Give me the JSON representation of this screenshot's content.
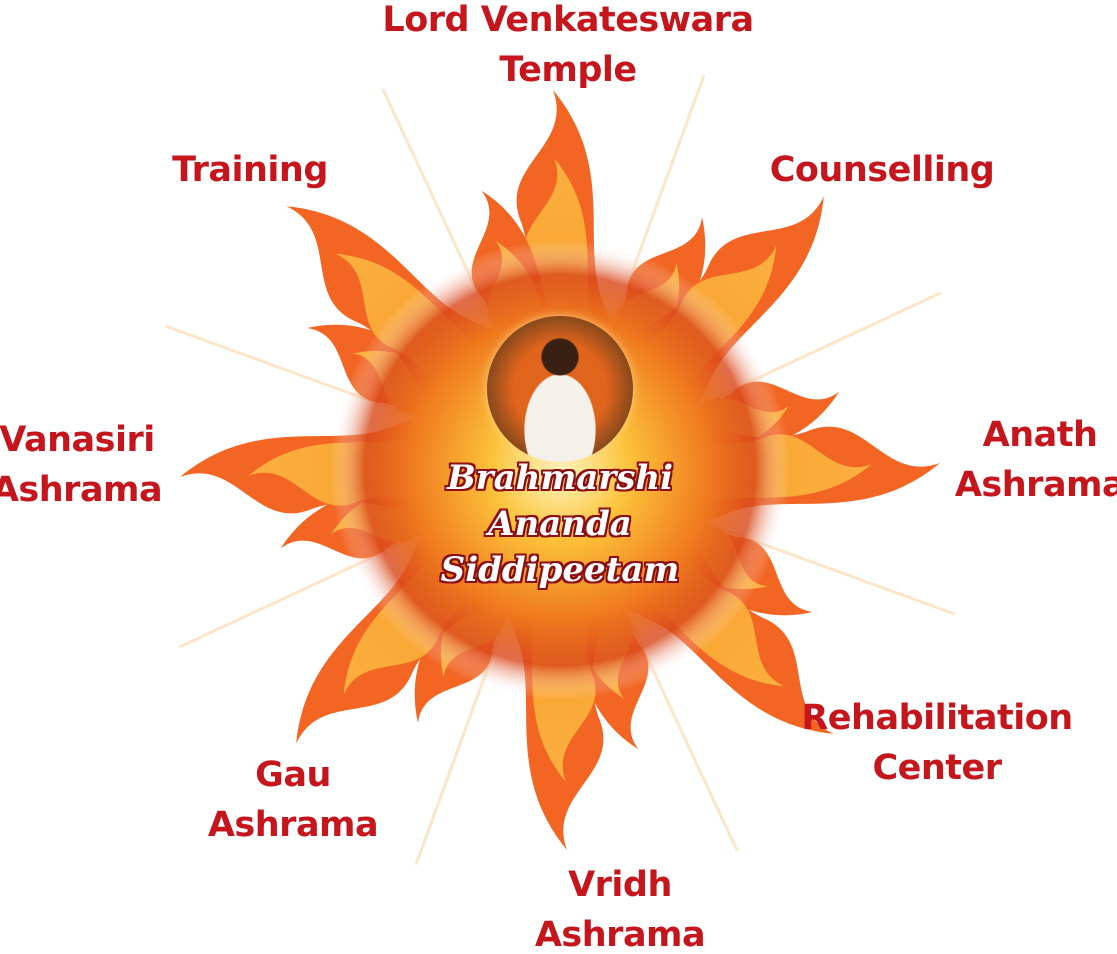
{
  "center": {
    "title_lines": [
      "Brahmarshi",
      "Ananda",
      "Siddipeetam"
    ],
    "portrait": "seated-guru-portrait"
  },
  "labels": [
    {
      "id": "lord-venkateswara-temple",
      "lines": [
        "Lord  Venkateswara",
        "Temple"
      ]
    },
    {
      "id": "counselling",
      "lines": [
        "Counselling"
      ]
    },
    {
      "id": "anath-ashrama",
      "lines": [
        "Anath",
        "Ashrama"
      ]
    },
    {
      "id": "rehabilitation-center",
      "lines": [
        "Rehabilitation",
        "Center"
      ]
    },
    {
      "id": "vridh-ashrama",
      "lines": [
        "Vridh",
        "Ashrama"
      ]
    },
    {
      "id": "gau-ashrama",
      "lines": [
        "Gau",
        "Ashrama"
      ]
    },
    {
      "id": "vanasiri-ashrama",
      "lines": [
        "Vanasiri",
        "Ashrama"
      ]
    },
    {
      "id": "training",
      "lines": [
        "Training"
      ]
    }
  ],
  "colors": {
    "label": "#c4161c",
    "flame_outer": "#f26522",
    "flame_inner": "#fbb040",
    "core": "#fff3a0"
  }
}
